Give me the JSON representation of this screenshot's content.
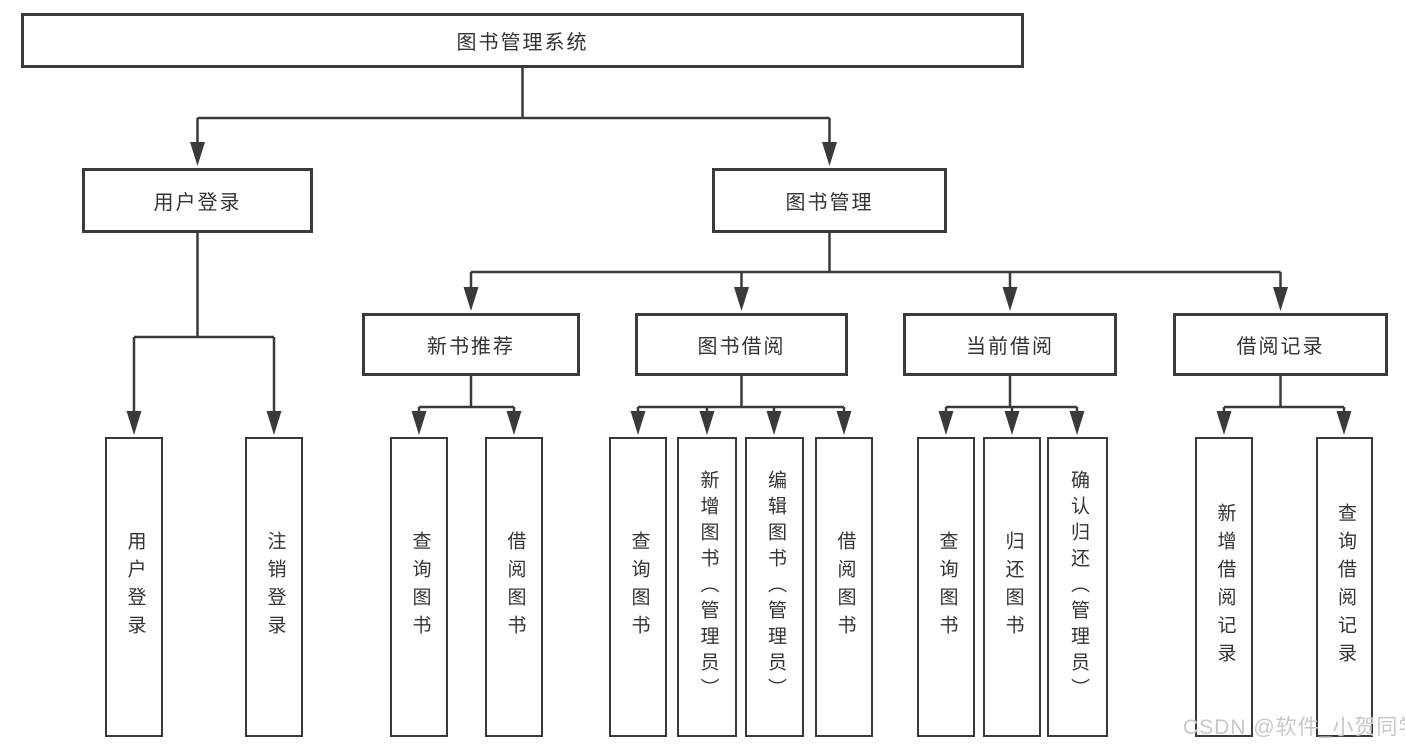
{
  "diagram": {
    "type": "hierarchy-tree",
    "tree": {
      "root": "图书管理系统",
      "children": [
        {
          "label": "用户登录",
          "children": [
            "用户登录",
            "注销登录"
          ]
        },
        {
          "label": "图书管理",
          "children": [
            {
              "label": "新书推荐",
              "children": [
                "查询图书",
                "借阅图书"
              ]
            },
            {
              "label": "图书借阅",
              "children": [
                "查询图书",
                "新增图书（管理员）",
                "编辑图书（管理员）",
                "借阅图书"
              ]
            },
            {
              "label": "当前借阅",
              "children": [
                "查询图书",
                "归还图书",
                "确认归还（管理员）"
              ]
            },
            {
              "label": "借阅记录",
              "children": [
                "新增借阅记录",
                "查询借阅记录"
              ]
            }
          ]
        }
      ]
    },
    "colors": {
      "line": "#3a3a3a",
      "text": "#333333",
      "background": "#ffffff",
      "watermark": "#c8c8c8"
    }
  },
  "watermark": {
    "text": "CSDN @软件_小贺同学"
  }
}
